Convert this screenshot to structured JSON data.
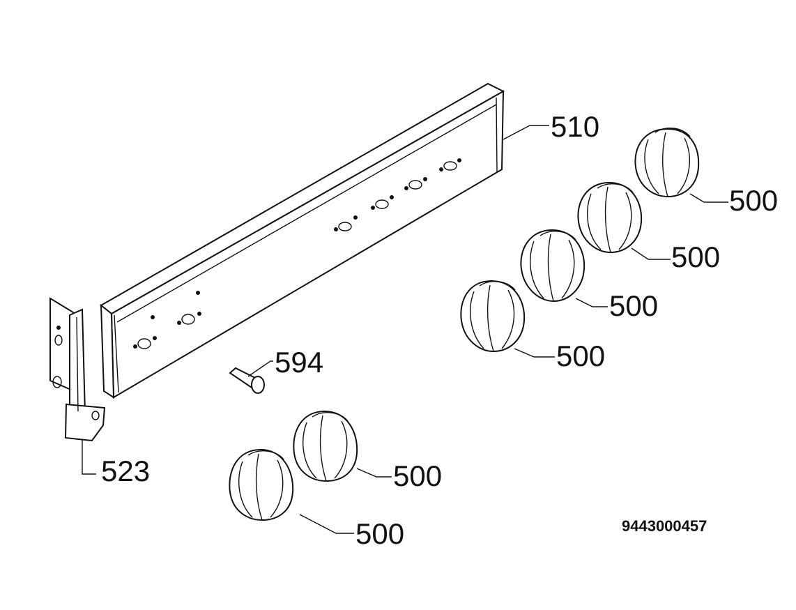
{
  "labels": {
    "panel": "510",
    "knob": "500",
    "bracket": "523",
    "pin": "594"
  },
  "drawing_number": "9443000457"
}
